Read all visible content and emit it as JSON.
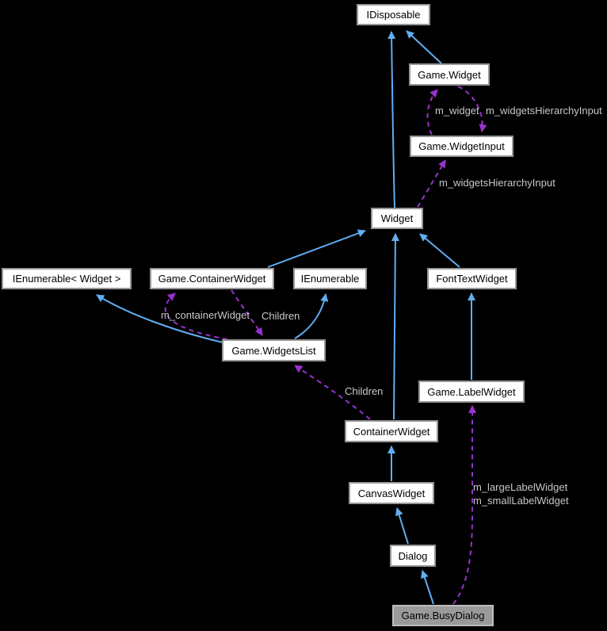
{
  "diagram": {
    "kind": "class-collaboration-graph",
    "colors": {
      "background": "#000000",
      "inheritance_edge": "#61aef2",
      "usage_edge": "#9a32cd",
      "node_fill": "#ffffff",
      "node_border": "#969696",
      "node_text": "#000000",
      "focus_node_fill": "#9a9a9a",
      "focus_node_border": "#bdbdbd",
      "edge_label_text": "#c8c8c8"
    },
    "nodes": [
      {
        "label": "IDisposable"
      },
      {
        "label": "Game.Widget"
      },
      {
        "label": "Game.WidgetInput"
      },
      {
        "label": "Widget"
      },
      {
        "label": "IEnumerable< Widget >"
      },
      {
        "label": "Game.ContainerWidget"
      },
      {
        "label": "IEnumerable"
      },
      {
        "label": "FontTextWidget"
      },
      {
        "label": "Game.WidgetsList"
      },
      {
        "label": "Game.LabelWidget"
      },
      {
        "label": "ContainerWidget"
      },
      {
        "label": "CanvasWidget"
      },
      {
        "label": "Dialog"
      },
      {
        "label": "Game.BusyDialog"
      }
    ],
    "edge_labels": [
      {
        "text": "m_widget"
      },
      {
        "text": "m_widgetsHierarchyInput"
      },
      {
        "text": "m_widgetsHierarchyInput"
      },
      {
        "text": "m_containerWidget"
      },
      {
        "text": "Children"
      },
      {
        "text": "Children"
      },
      {
        "text": "m_largeLabelWidget"
      },
      {
        "text": "m_smallLabelWidget"
      }
    ],
    "edges": [
      {
        "from": "Widget",
        "to": "IDisposable",
        "type": "inheritance"
      },
      {
        "from": "Game.Widget",
        "to": "IDisposable",
        "type": "inheritance"
      },
      {
        "from": "Game.ContainerWidget",
        "to": "Widget",
        "type": "inheritance"
      },
      {
        "from": "ContainerWidget",
        "to": "Widget",
        "type": "inheritance"
      },
      {
        "from": "FontTextWidget",
        "to": "Widget",
        "type": "inheritance"
      },
      {
        "from": "Game.WidgetsList",
        "to": "IEnumerable< Widget >",
        "type": "inheritance"
      },
      {
        "from": "Game.WidgetsList",
        "to": "IEnumerable",
        "type": "inheritance"
      },
      {
        "from": "Game.LabelWidget",
        "to": "FontTextWidget",
        "type": "inheritance"
      },
      {
        "from": "CanvasWidget",
        "to": "ContainerWidget",
        "type": "inheritance"
      },
      {
        "from": "Dialog",
        "to": "CanvasWidget",
        "type": "inheritance"
      },
      {
        "from": "Game.BusyDialog",
        "to": "Dialog",
        "type": "inheritance"
      },
      {
        "from": "Game.WidgetInput",
        "to": "Game.Widget",
        "type": "usage",
        "label": "m_widget"
      },
      {
        "from": "Game.Widget",
        "to": "Game.WidgetInput",
        "type": "usage",
        "label": "m_widgetsHierarchyInput"
      },
      {
        "from": "Widget",
        "to": "Game.WidgetInput",
        "type": "usage",
        "label": "m_widgetsHierarchyInput"
      },
      {
        "from": "Game.WidgetsList",
        "to": "Game.ContainerWidget",
        "type": "usage",
        "label": "m_containerWidget"
      },
      {
        "from": "Game.ContainerWidget",
        "to": "Game.WidgetsList",
        "type": "usage",
        "label": "Children"
      },
      {
        "from": "ContainerWidget",
        "to": "Game.WidgetsList",
        "type": "usage",
        "label": "Children"
      },
      {
        "from": "Game.BusyDialog",
        "to": "Game.LabelWidget",
        "type": "usage",
        "label": "m_largeLabelWidget m_smallLabelWidget"
      }
    ]
  }
}
